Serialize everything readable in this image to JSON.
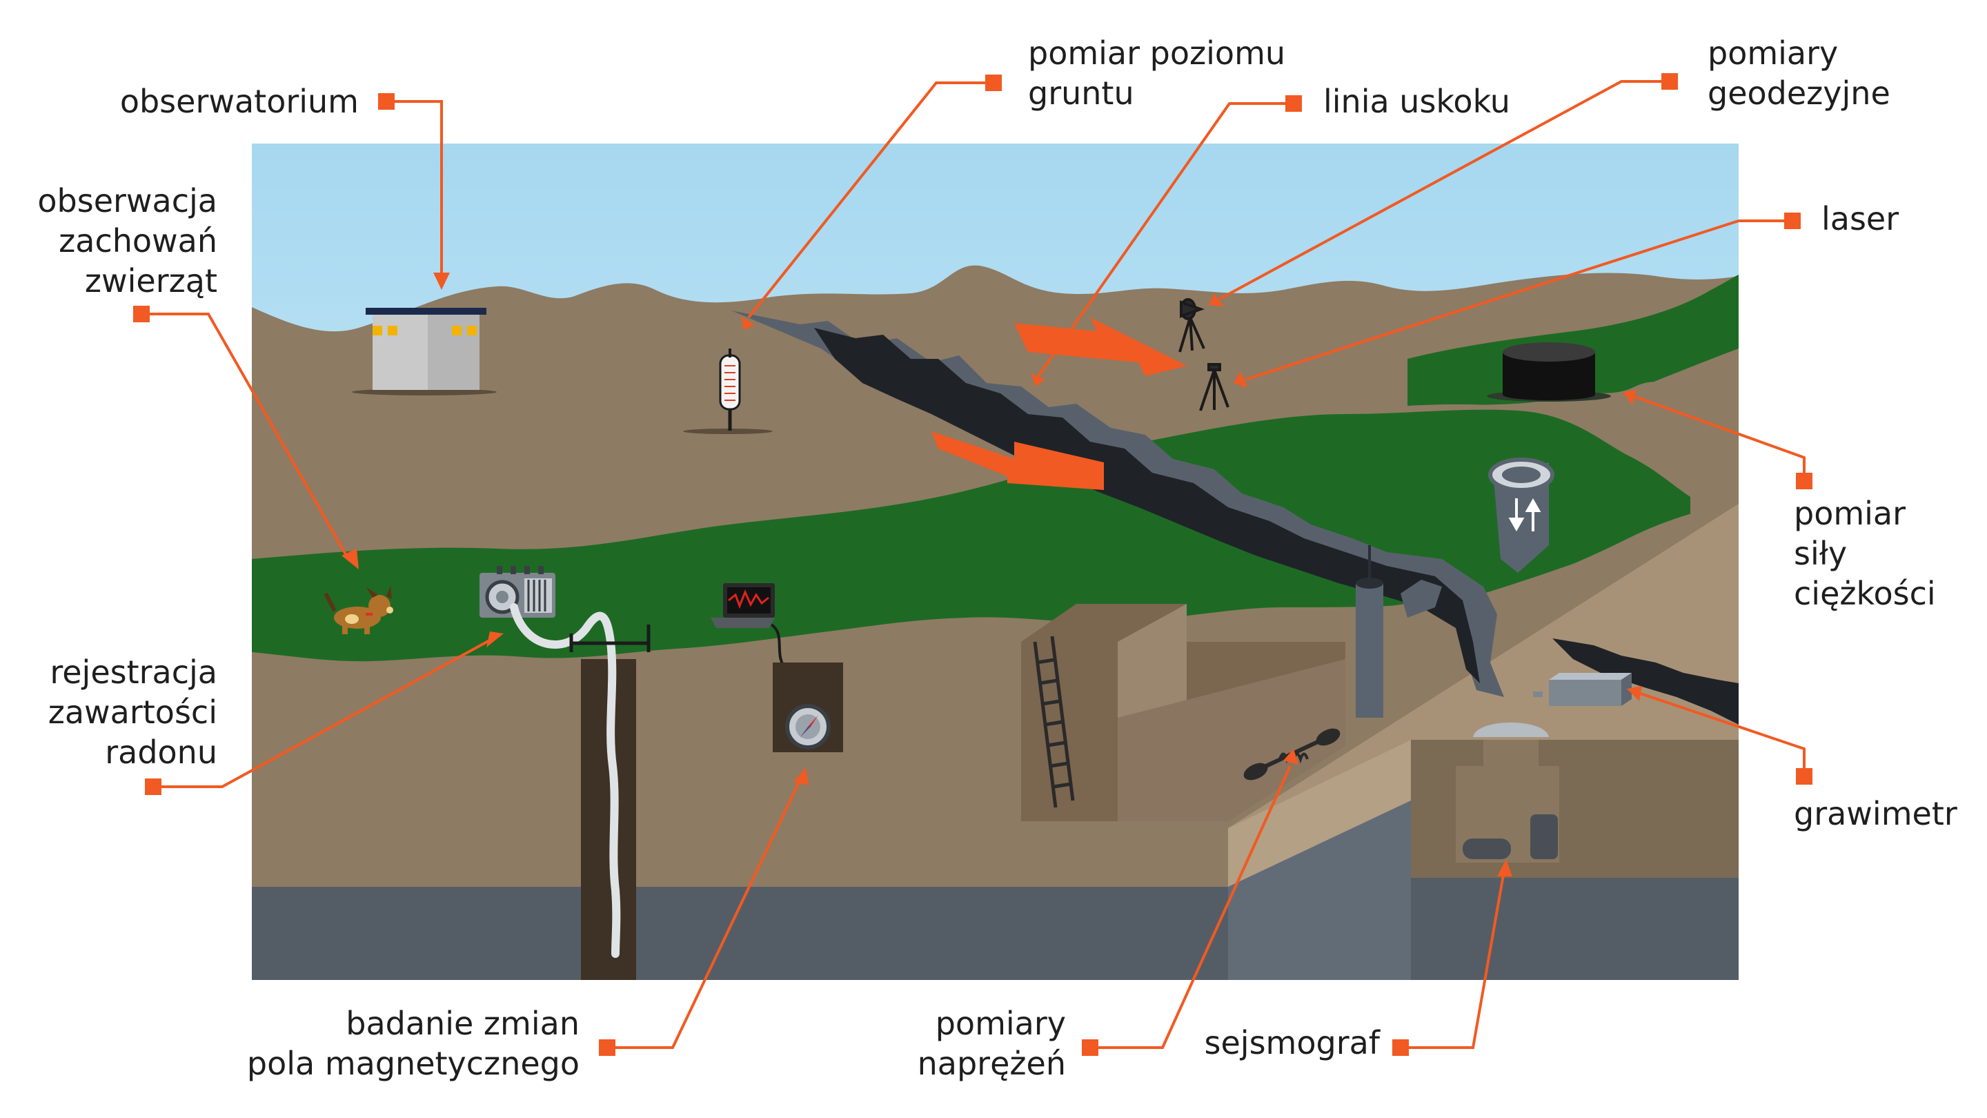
{
  "colors": {
    "sky_top": "#a6d8f0",
    "sky_bottom": "#dff1f9",
    "ground_brown": "#8e7b63",
    "ground_light": "#a89277",
    "grass": "#1e6a24",
    "rock_dark": "#545d66",
    "fault_dark": "#1f2328",
    "fault_edge": "#58616b",
    "arrow_orange": "#f15a22",
    "leader": "#f15a22"
  },
  "labels": {
    "observatory": "obserwatorium",
    "animals": [
      "obserwacja",
      "zachowań",
      "zwierząt"
    ],
    "radon": [
      "rejestracja",
      "zawartości",
      "radonu"
    ],
    "magnetic": [
      "badanie zmian",
      "pola magnetycznego"
    ],
    "ground_level": [
      "pomiar poziomu",
      "gruntu"
    ],
    "fault_line": "linia uskoku",
    "geodetic": [
      "pomiary",
      "geodezyjne"
    ],
    "laser": "laser",
    "gravity_force": [
      "pomiar",
      "siły",
      "ciężkości"
    ],
    "gravimeter": "grawimetr",
    "stress": [
      "pomiary",
      "naprężeń"
    ],
    "seismograph": "sejsmograf"
  }
}
